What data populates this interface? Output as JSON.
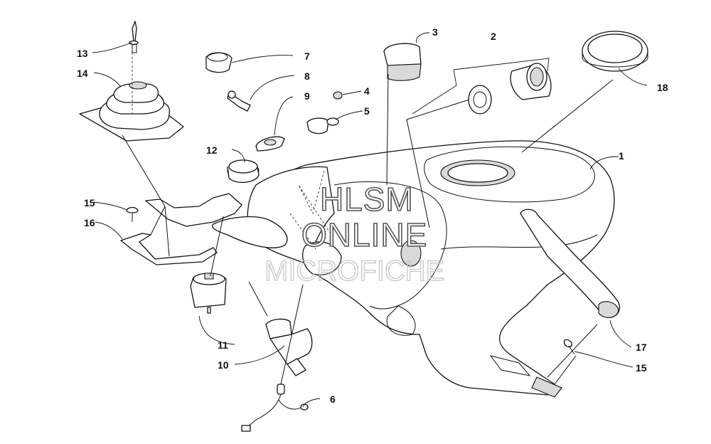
{
  "diagram": {
    "callouts": [
      {
        "id": "13",
        "label": "13"
      },
      {
        "id": "14",
        "label": "14"
      },
      {
        "id": "7",
        "label": "7"
      },
      {
        "id": "8",
        "label": "8"
      },
      {
        "id": "9",
        "label": "9"
      },
      {
        "id": "4",
        "label": "4"
      },
      {
        "id": "5",
        "label": "5"
      },
      {
        "id": "3",
        "label": "3"
      },
      {
        "id": "2",
        "label": "2"
      },
      {
        "id": "18",
        "label": "18"
      },
      {
        "id": "1",
        "label": "1"
      },
      {
        "id": "12",
        "label": "12"
      },
      {
        "id": "15a",
        "label": "15"
      },
      {
        "id": "16",
        "label": "16"
      },
      {
        "id": "11",
        "label": "11"
      },
      {
        "id": "10",
        "label": "10"
      },
      {
        "id": "6",
        "label": "6"
      },
      {
        "id": "17",
        "label": "17"
      },
      {
        "id": "15b",
        "label": "15"
      }
    ]
  },
  "watermark": {
    "line1": "HLSM",
    "line2": "ONLINE",
    "line3": "MICROFICHE"
  }
}
